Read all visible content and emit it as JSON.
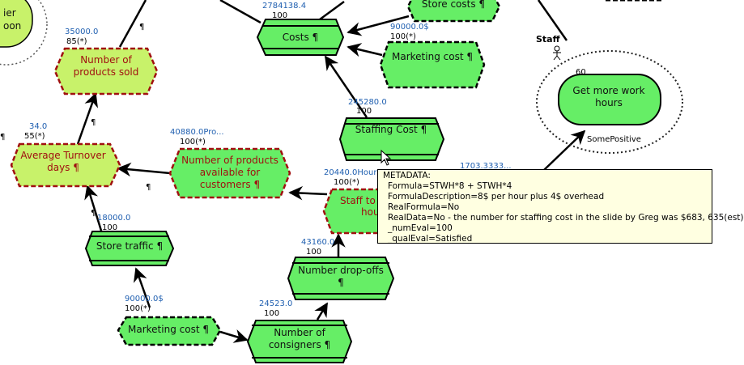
{
  "diagram": {
    "nodes": {
      "partial_goal": {
        "line1": "ier",
        "line2": "oon"
      },
      "number_products_sold": {
        "line1": "Number of",
        "line2": "products sold",
        "value": "35000.0",
        "eval": "85(*)"
      },
      "costs": {
        "label": "Costs ¶",
        "value": "2784138.4",
        "eval": "100"
      },
      "store_costs": {
        "label": "Store costs ¶"
      },
      "marketing_cost_top": {
        "label": "Marketing cost ¶",
        "value": "90000.0$",
        "eval": "100(*)"
      },
      "staffing_cost": {
        "label": "Staffing Cost ¶",
        "value": "245280.0",
        "eval": "100"
      },
      "get_more_work_hours": {
        "line1": "Get more work",
        "line2": "hours",
        "eval": "60",
        "contribution": "SomePositive"
      },
      "actor_staff": {
        "label": "Staff"
      },
      "avg_turnover": {
        "line1": "Average Turnover",
        "line2": "days ¶",
        "value": "34.0",
        "eval": "55(*)"
      },
      "products_available": {
        "line1": "Number of products",
        "line2": "available for",
        "line3": "customers ¶",
        "value": "40880.0Pro...",
        "eval": "100(*)"
      },
      "staff_hours": {
        "line1": "Staff to",
        "line2": "hou",
        "value": "20440.0Hour",
        "eval": "100(*)"
      },
      "store_traffic": {
        "label": "Store traffic ¶",
        "value": "18000.0",
        "eval": "100"
      },
      "drop_offs": {
        "line1": "Number drop-offs",
        "line2": "¶",
        "value": "43160.0",
        "eval": "100"
      },
      "marketing_cost_bottom": {
        "label": "Marketing cost ¶",
        "value": "90000.0$",
        "eval": "100(*)"
      },
      "consigners": {
        "line1": "Number of",
        "line2": "consigners ¶",
        "value": "24523.0",
        "eval": "100"
      },
      "hidden_value": {
        "value": "1703.3333..."
      }
    },
    "pilcrow": "¶"
  },
  "tooltip": {
    "lines": [
      "METADATA:",
      "Formula=STWH*8 + STWH*4",
      "FormulaDescription=8$ per hour plus 4$ overhead",
      "RealFormula=No",
      "RealData=No - the number for staffing cost in the slide by Greg was $683, 635(est)",
      "_numEval=100",
      "_qualEval=Satisfied"
    ]
  },
  "colors": {
    "satisfied_fill": "#66ee66",
    "partial_fill": "#c8f26a",
    "denied_outline": "#a01010",
    "value_text": "#1f5fb0",
    "tooltip_bg": "#ffffe1"
  }
}
